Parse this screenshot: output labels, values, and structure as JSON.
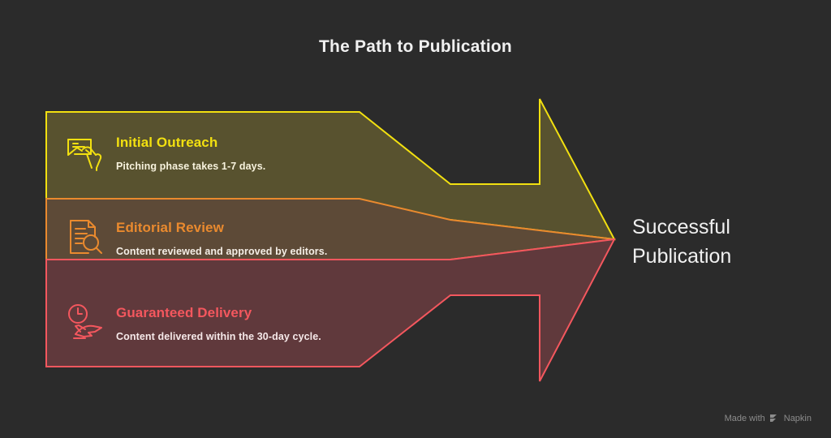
{
  "page": {
    "title": "The Path to Publication",
    "background_color": "#2b2b2b"
  },
  "colors": {
    "stage_1_stroke": "#f2e010",
    "stage_1_fill": "#58522f",
    "stage_2_stroke": "#ea8a2e",
    "stage_2_fill": "#5d4a37",
    "stage_3_stroke": "#f4575e",
    "stage_3_fill": "#60393c",
    "title_text": "#f0f0f0",
    "body_text": "#f2ece3"
  },
  "chart_data": {
    "type": "diagram",
    "diagram_kind": "process-arrow",
    "title": "The Path to Publication",
    "direction": "left-to-right",
    "stages": [
      {
        "heading": "Initial Outreach",
        "description": "Pitching phase takes 1-7 days.",
        "icon": "envelope-in-hand-icon",
        "stroke": "#f2e010",
        "fill": "#58522f"
      },
      {
        "heading": "Editorial Review",
        "description": "Content reviewed and approved by editors.",
        "icon": "document-magnifier-icon",
        "stroke": "#ea8a2e",
        "fill": "#5d4a37"
      },
      {
        "heading": "Guaranteed Delivery",
        "description": "Content delivered within the 30-day cycle.",
        "icon": "clock-airplane-icon",
        "stroke": "#f4575e",
        "fill": "#60393c"
      }
    ],
    "outcome": "Successful\nPublication"
  },
  "watermark": {
    "prefix": "Made with",
    "brand": "Napkin",
    "mark_icon": "napkin-logo-icon"
  }
}
